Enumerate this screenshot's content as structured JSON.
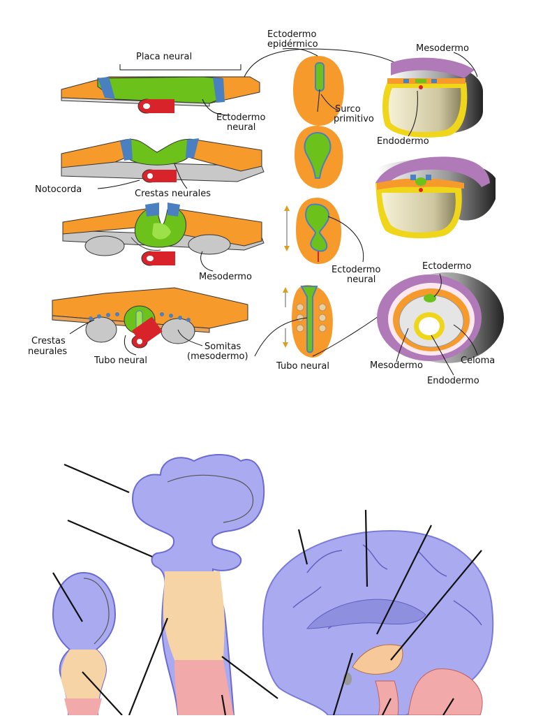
{
  "labels": {
    "placa_neural": "Placa neural",
    "ectodermo_epidermico_1": "Ectodermo",
    "ectodermo_epidermico_2": "epidérmico",
    "mesodermo_top": "Mesodermo",
    "ectodermo_neural_1a": "Ectodermo",
    "ectodermo_neural_1b": "neural",
    "surco_1": "Surco",
    "surco_2": "primitivo",
    "endodermo_top": "Endodermo",
    "notocorda": "Notocorda",
    "crestas_neurales_mid": "Crestas neurales",
    "mesodermo_mid": "Mesodermo",
    "ectodermo_neural_2a": "Ectodermo",
    "ectodermo_neural_2b": "neural",
    "ectodermo_right": "Ectodermo",
    "crestas_1": "Crestas",
    "crestas_2": "neurales",
    "tubo_neural_left": "Tubo neural",
    "somitas_1": "Somitas",
    "somitas_2": "(mesodermo)",
    "tubo_neural_mid": "Tubo neural",
    "mesodermo_bottom": "Mesodermo",
    "celoma": "Celoma",
    "endodermo_bottom": "Endodermo"
  },
  "colors": {
    "ectoderm": "#f59a2b",
    "neural": "#6cc21a",
    "neural_edge": "#4a7fc0",
    "notochord": "#d9232a",
    "mesoderm_gray": "#c8c8c8",
    "endoderm": "#f0d61a",
    "amnion": "#b07ab8",
    "forebrain": "#aaaaf0",
    "midbrain": "#f7d4a6",
    "hindbrain": "#f2a9a9"
  }
}
